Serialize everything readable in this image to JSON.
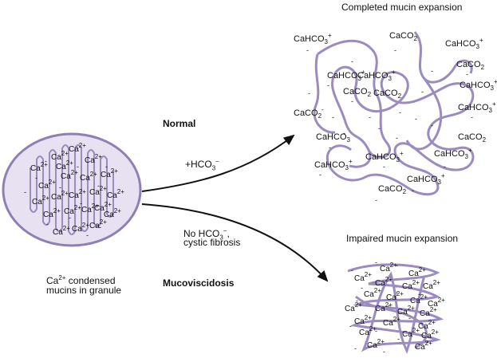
{
  "titles": {
    "completed": "Completed mucin expansion",
    "impaired": "Impaired mucin expansion"
  },
  "labels": {
    "normal": "Normal",
    "hco3_pre": "+HCO",
    "hco3_sub": "3",
    "hco3_sup": "−",
    "no_hco3_pre": "No HCO",
    "no_hco3_sub": "3",
    "no_hco3_sup": "−",
    "no_hco3_post": ",",
    "cystic_fibrosis": "cystic fibrosis",
    "mucoviscidosis": "Mucoviscidosis",
    "granule_line1_pre": "Ca",
    "granule_line1_sup": "2+",
    "granule_line1_post": " condensed",
    "granule_line2": "mucins in granule"
  },
  "ions": {
    "ca": "Ca",
    "ca_charge": "2+",
    "cahco3": "CaHCO",
    "caco2": "CaCO",
    "sub3": "3",
    "sub2": "2",
    "plus": "+",
    "minus": "-"
  },
  "colors": {
    "mucin": "#9b8bbf",
    "granule_fill": "#e7e1f1",
    "granule_border": "#8f7fb5",
    "arrow": "#111111"
  }
}
